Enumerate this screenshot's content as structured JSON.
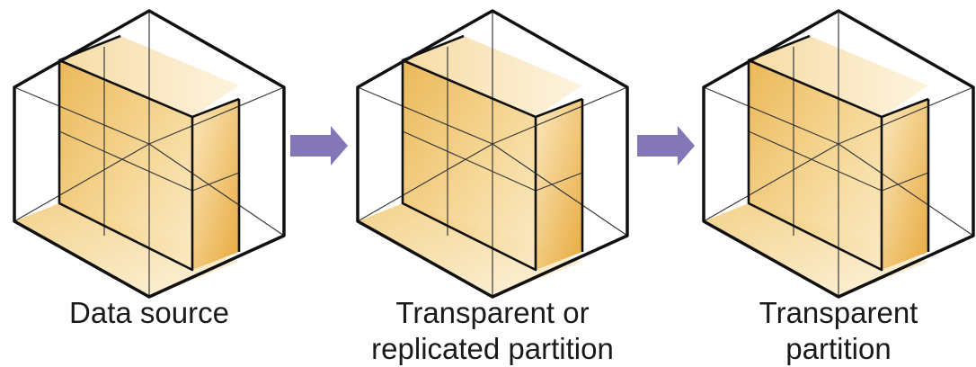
{
  "diagram": {
    "colors": {
      "outline": "#111111",
      "inner_line": "#3a3a3a",
      "slab_light": "#fdf1d6",
      "slab_mid": "#f4d28a",
      "slab_dark": "#e7a93a",
      "arrow": "#8377b8",
      "background": "#ffffff"
    },
    "cubes": [
      {
        "id": "data-source",
        "caption_lines": [
          "Data source"
        ]
      },
      {
        "id": "transparent-or-replicated",
        "caption_lines": [
          "Transparent or",
          "replicated partition"
        ]
      },
      {
        "id": "transparent",
        "caption_lines": [
          "Transparent",
          "partition"
        ]
      }
    ],
    "arrows": [
      {
        "from": "data-source",
        "to": "transparent-or-replicated"
      },
      {
        "from": "transparent-or-replicated",
        "to": "transparent"
      }
    ]
  }
}
